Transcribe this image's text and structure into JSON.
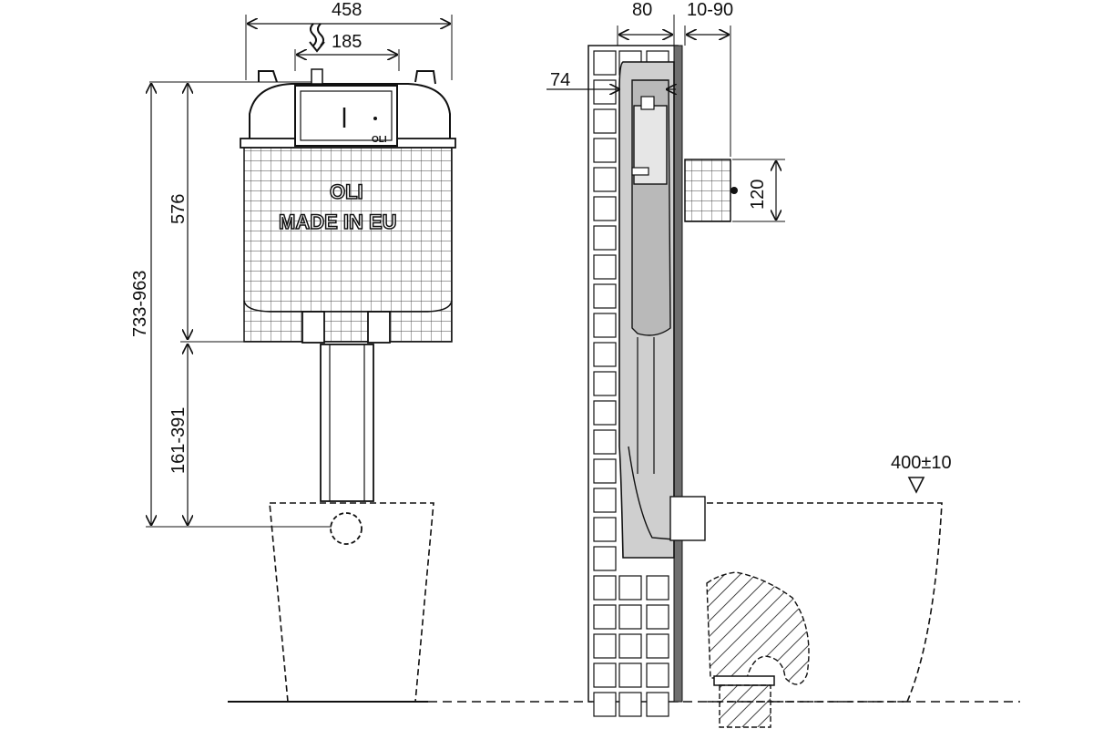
{
  "dimensions": {
    "width_total": "458",
    "flush_spacing": "185",
    "height_tank": "576",
    "height_overall": "733-963",
    "height_outlet": "161-391",
    "frame_depth": "80",
    "wall_offset": "10-90",
    "tank_depth": "74",
    "panel_height": "120",
    "bowl_height": "400±10"
  },
  "tank": {
    "brand": "OLI",
    "label": "MADE IN EU",
    "small_brand": "OLI"
  },
  "colors": {
    "line": "#111111",
    "wall_fill": "#6e6e6e",
    "tank_side_fill": "#cfcfcf",
    "tank_side_dark": "#b9b9b9"
  }
}
